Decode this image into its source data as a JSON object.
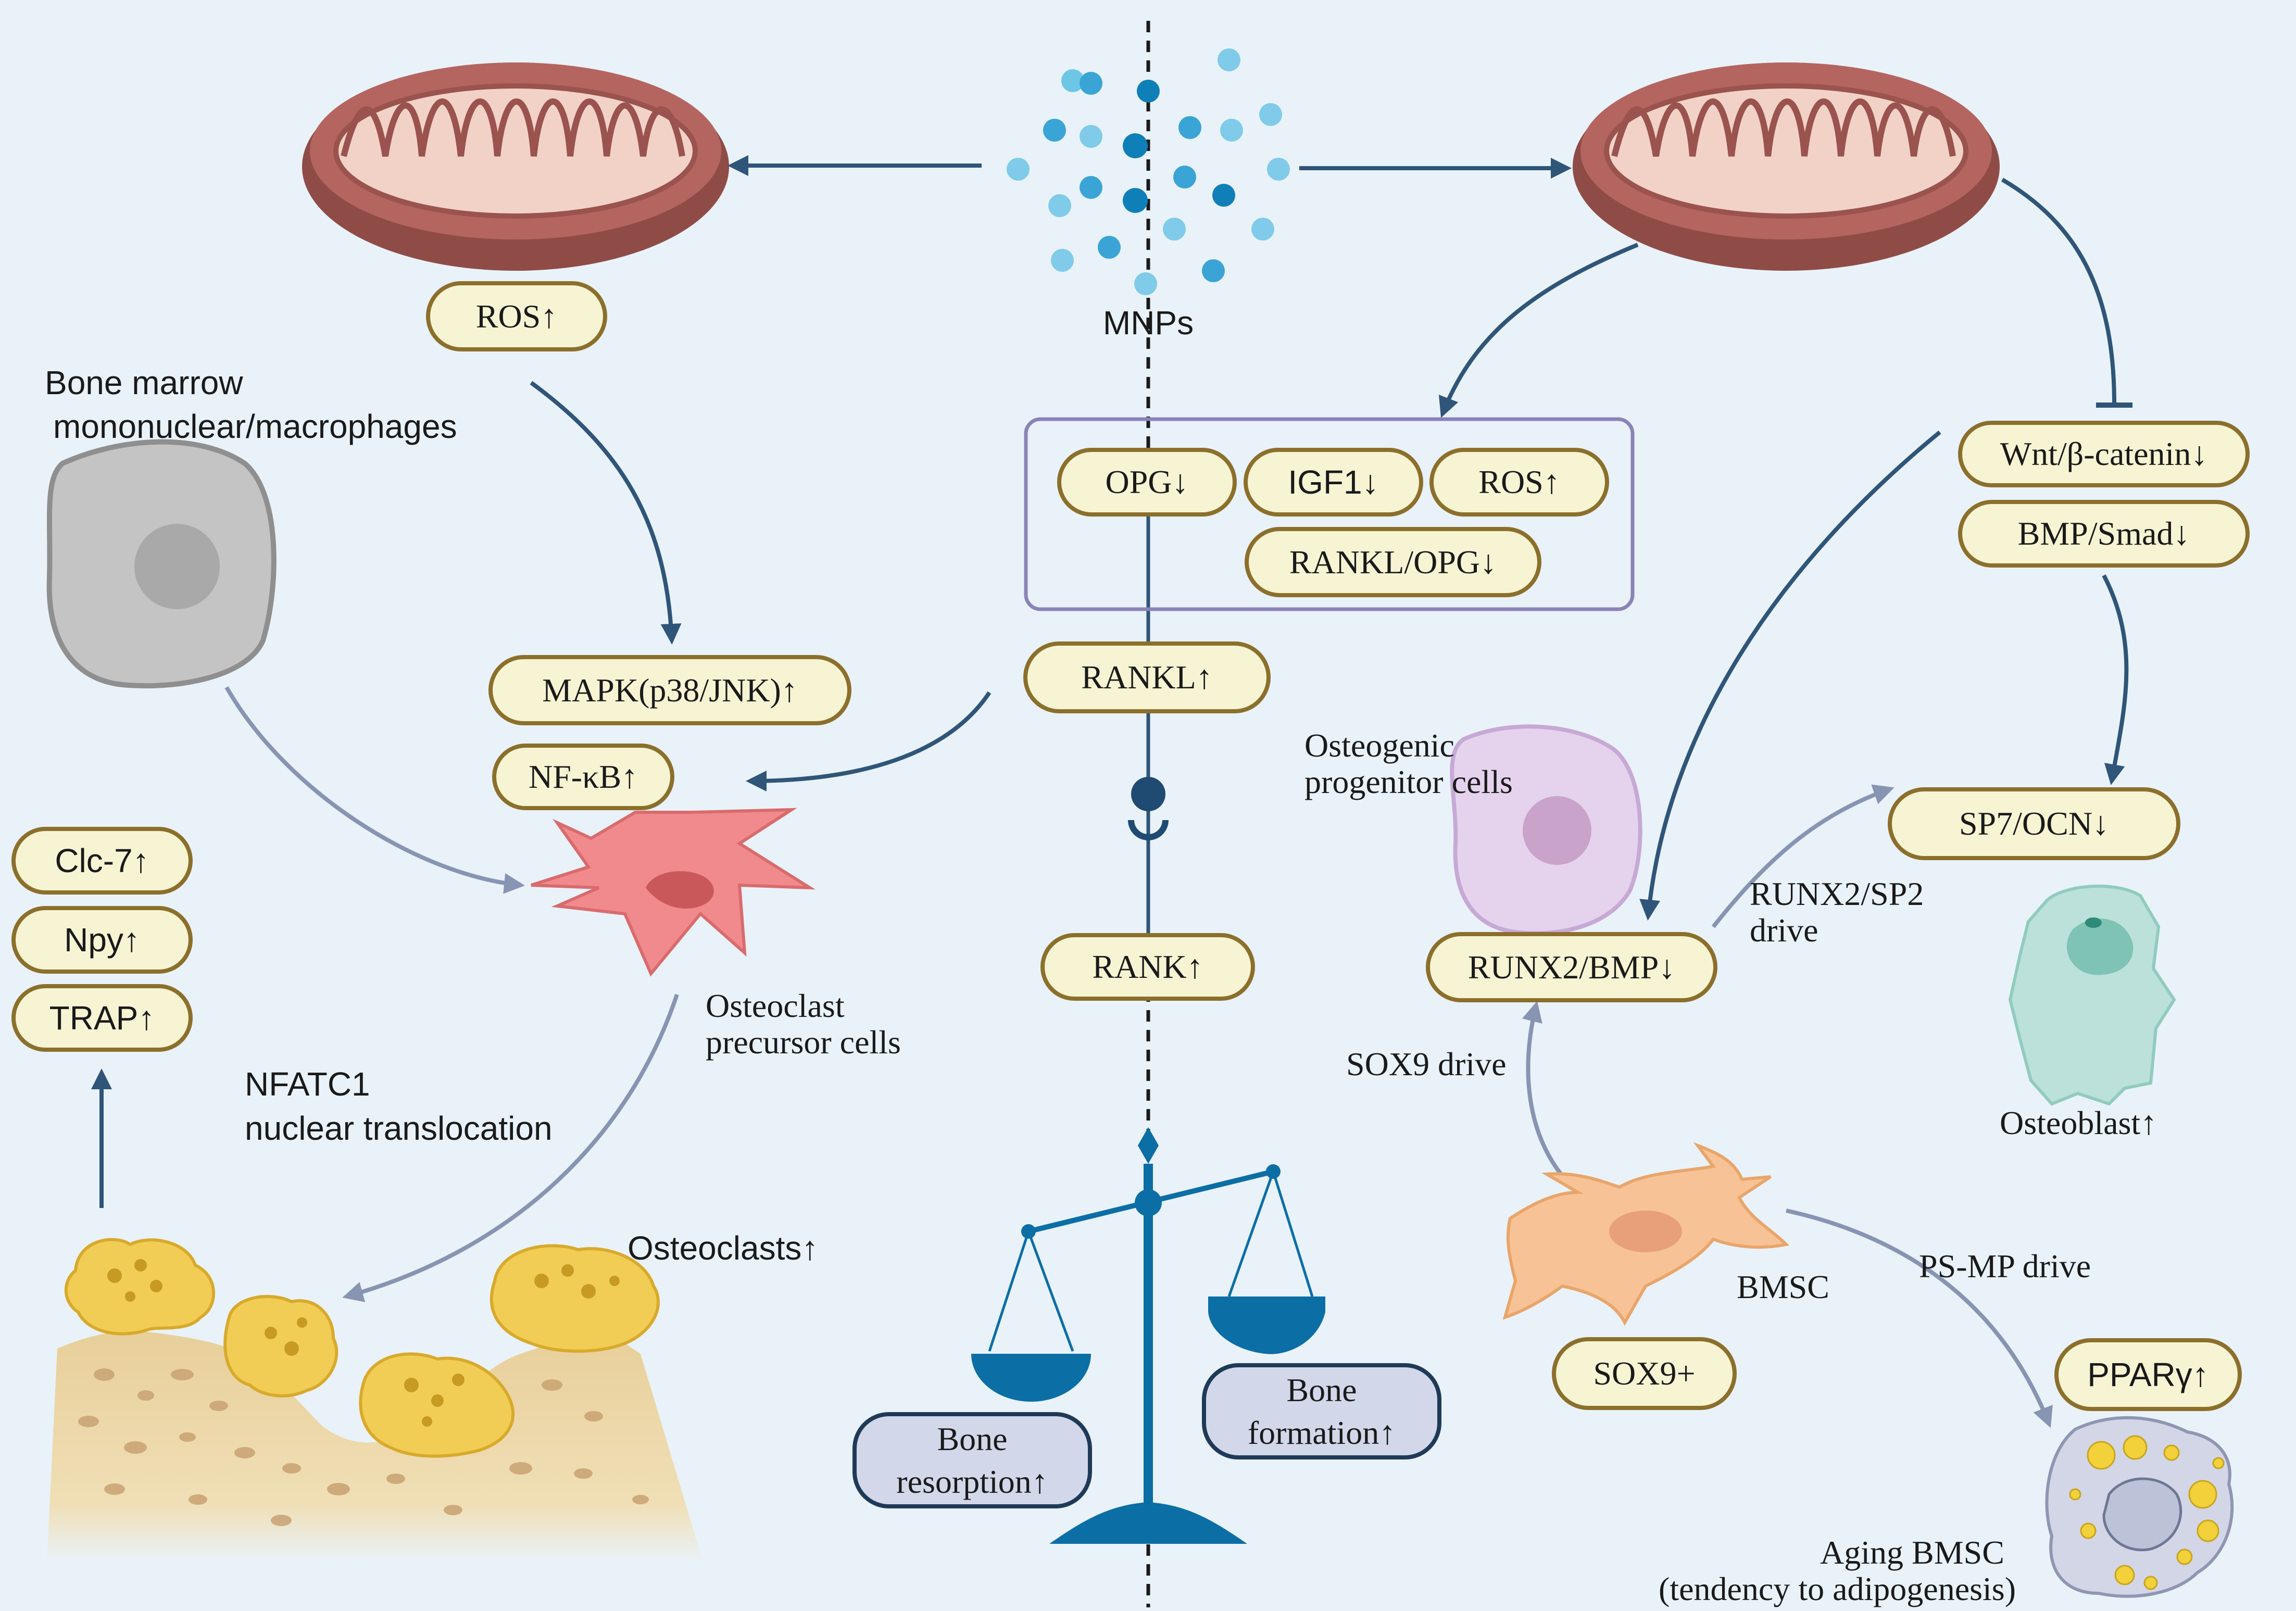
{
  "colors": {
    "background": "#e9f2f9",
    "arrow": "#2f5578",
    "arrow_light": "#8794b2",
    "pill_fill": "#f6f4d3",
    "pill_border": "#8b6f2b",
    "balance": "#0b6ea5",
    "mitochondria": "#a95e58",
    "osteoclast_precursor": "#f08a8c",
    "osteoclast": "#f1cd55",
    "bmsc": "#f7c396",
    "osteoblast": "#b7e0d7",
    "progenitor": "#e5d3ee"
  },
  "labels": {
    "mnps": "MNPs",
    "bmm_line1": "Bone marrow",
    "bmm_line2": "mononuclear/macrophages",
    "nfatc1_line1": "NFATC1",
    "nfatc1_line2": "nuclear translocation",
    "ocp_line1": "Osteoclast",
    "ocp_line2": "precursor cells",
    "osteoclasts": "Osteoclasts↑",
    "progenitor_line1": "Osteogenic",
    "progenitor_line2": "progenitor cells",
    "runx2_sp2_line1": "RUNX2/SP2",
    "runx2_sp2_line2": "drive",
    "osteoblast": "Osteoblast↑",
    "sox9_drive": "SOX9 drive",
    "bmsc": "BMSC",
    "psmp_drive": "PS-MP drive",
    "aging_line1": "Aging BMSC",
    "aging_line2": "(tendency to adipogenesis)"
  },
  "pills": {
    "ros_left": "ROS↑",
    "mapk": "MAPK(p38/JNK)↑",
    "nfkb": "NF-κB↑",
    "clc7": "Clc-7↑",
    "npy": "Npy↑",
    "trap": "TRAP↑",
    "opg": "OPG↓",
    "igf1": "IGF1↓",
    "ros_center": "ROS↑",
    "rankl_opg": "RANKL/OPG↓",
    "rankl": "RANKL↑",
    "rank": "RANK↑",
    "wnt": "Wnt/β-catenin↓",
    "bmp_smad": "BMP/Smad↓",
    "sp7_ocn": "SP7/OCN↓",
    "runx2_bmp": "RUNX2/BMP↓",
    "sox9": "SOX9+",
    "ppar": "PPARγ↑",
    "bone_resorption_line1": "Bone",
    "bone_resorption_line2": "resorption↑",
    "bone_formation_line1": "Bone",
    "bone_formation_line2": "formation↑"
  }
}
